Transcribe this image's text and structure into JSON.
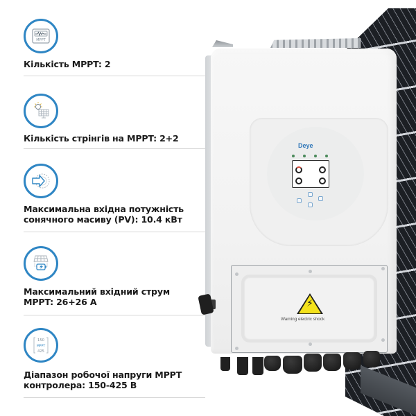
{
  "specs": [
    {
      "icon": "mppt-waveform-icon",
      "lines": [
        "Кількість MPPT: 2"
      ]
    },
    {
      "icon": "bulb-solar-panel-icon",
      "lines": [
        "Кількість стрінгів на MPPT: 2+2"
      ]
    },
    {
      "icon": "arrow-into-gear-icon",
      "lines": [
        "Максимальна вхідна потужність",
        "сонячного масиву (PV): 10.4 кВт"
      ]
    },
    {
      "icon": "solar-panel-battery-charge-icon",
      "lines": [
        "Максимальний вхідний струм",
        "MPPT: 26+26 А"
      ]
    },
    {
      "icon": "mppt-voltage-range-icon",
      "lines": [
        "Діапазон робочої напруги MPPT",
        "контролера: 150-425 В"
      ]
    }
  ],
  "icon_labels": {
    "mppt": "MPPT",
    "range_top": "150",
    "range_mid": "MPPT",
    "range_bottom": "425"
  },
  "product": {
    "brand": "Deye",
    "warning_label": "Warning electric shock",
    "warning_symbol": "⚡"
  },
  "colors": {
    "icon_ring": "#2f86c4",
    "text": "#1a1a1a",
    "separator": "#d6d6d6",
    "warning_yellow": "#f4e21b",
    "brand_blue": "#2e76b8"
  }
}
